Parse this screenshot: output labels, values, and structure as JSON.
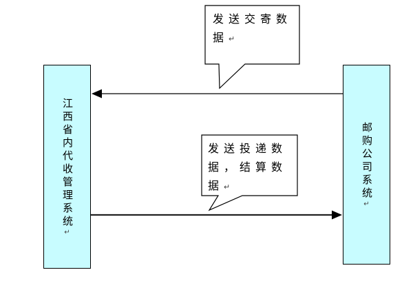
{
  "diagram": {
    "left_box": {
      "label": "江西省内代收管理系统",
      "return_mark": "↵"
    },
    "right_box": {
      "label": "邮购公司系统",
      "return_mark": "↵"
    },
    "callout_top": {
      "text": "发送交寄数据",
      "lines": [
        "发送交寄数",
        "据"
      ],
      "return_mark": "↵"
    },
    "callout_bottom": {
      "text": "发送投递数据，结算数据",
      "lines": [
        "发送投递数",
        "据，结算数",
        "据"
      ],
      "return_mark": "↵"
    },
    "arrows": [
      {
        "direction": "right-to-left"
      },
      {
        "direction": "left-to-right"
      }
    ],
    "colors": {
      "box_fill": "#c8fcff",
      "box_border": "#000000",
      "callout_fill": "#ffffff",
      "arrow": "#000000"
    }
  }
}
